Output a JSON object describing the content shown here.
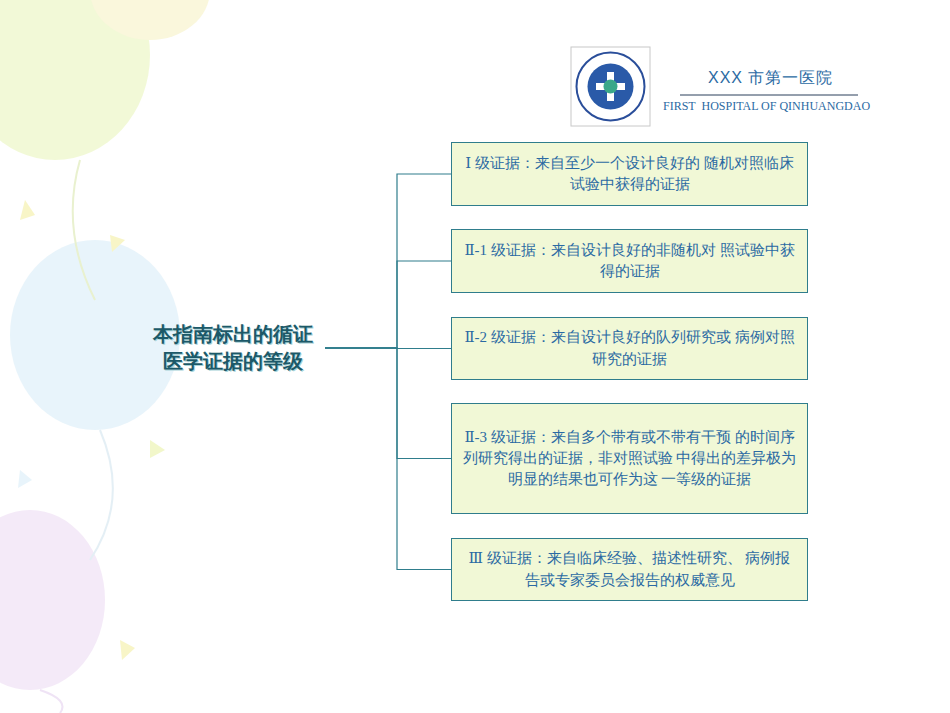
{
  "diagram": {
    "nodes": [
      {
        "text": [
          "本指南标出的循证医学证据的等级"
        ]
      },
      {
        "text": [
          "Ⅰ 级证据：来自至少一个设计良好的 随机对照临床试验中获得的证据"
        ]
      },
      {
        "text": [
          "Ⅱ-1 级证据：来自设计良好的非随机对 照试验中获得的证据"
        ]
      },
      {
        "text": [
          "Ⅱ-2 级证据：来自设计良好的队列研究或 病例对照研究的证据"
        ]
      },
      {
        "text": [
          "Ⅱ-3 级证据：来自多个带有或不带有干预 的时间序列研究得出的证据，非对照试验 中得出的差异极为明显的结果也可作为这 一等级的证据"
        ]
      },
      {
        "text": [
          "Ⅲ 级证据：来自临床经验、描述性研究、 病例报告或专家委员会报告的权威意见"
        ]
      }
    ],
    "edges": [
      {
        "from": 0,
        "to": 1,
        "arrow": "none"
      },
      {
        "from": 0,
        "to": 2,
        "arrow": "none"
      },
      {
        "from": 0,
        "to": 3,
        "arrow": "none"
      },
      {
        "from": 0,
        "to": 4,
        "arrow": "none"
      },
      {
        "from": 0,
        "to": 5,
        "arrow": "none"
      }
    ],
    "labels": [
      "XXX 市第一医院",
      "FIRST  HOSPITAL OF QINHUANGDAO"
    ]
  }
}
